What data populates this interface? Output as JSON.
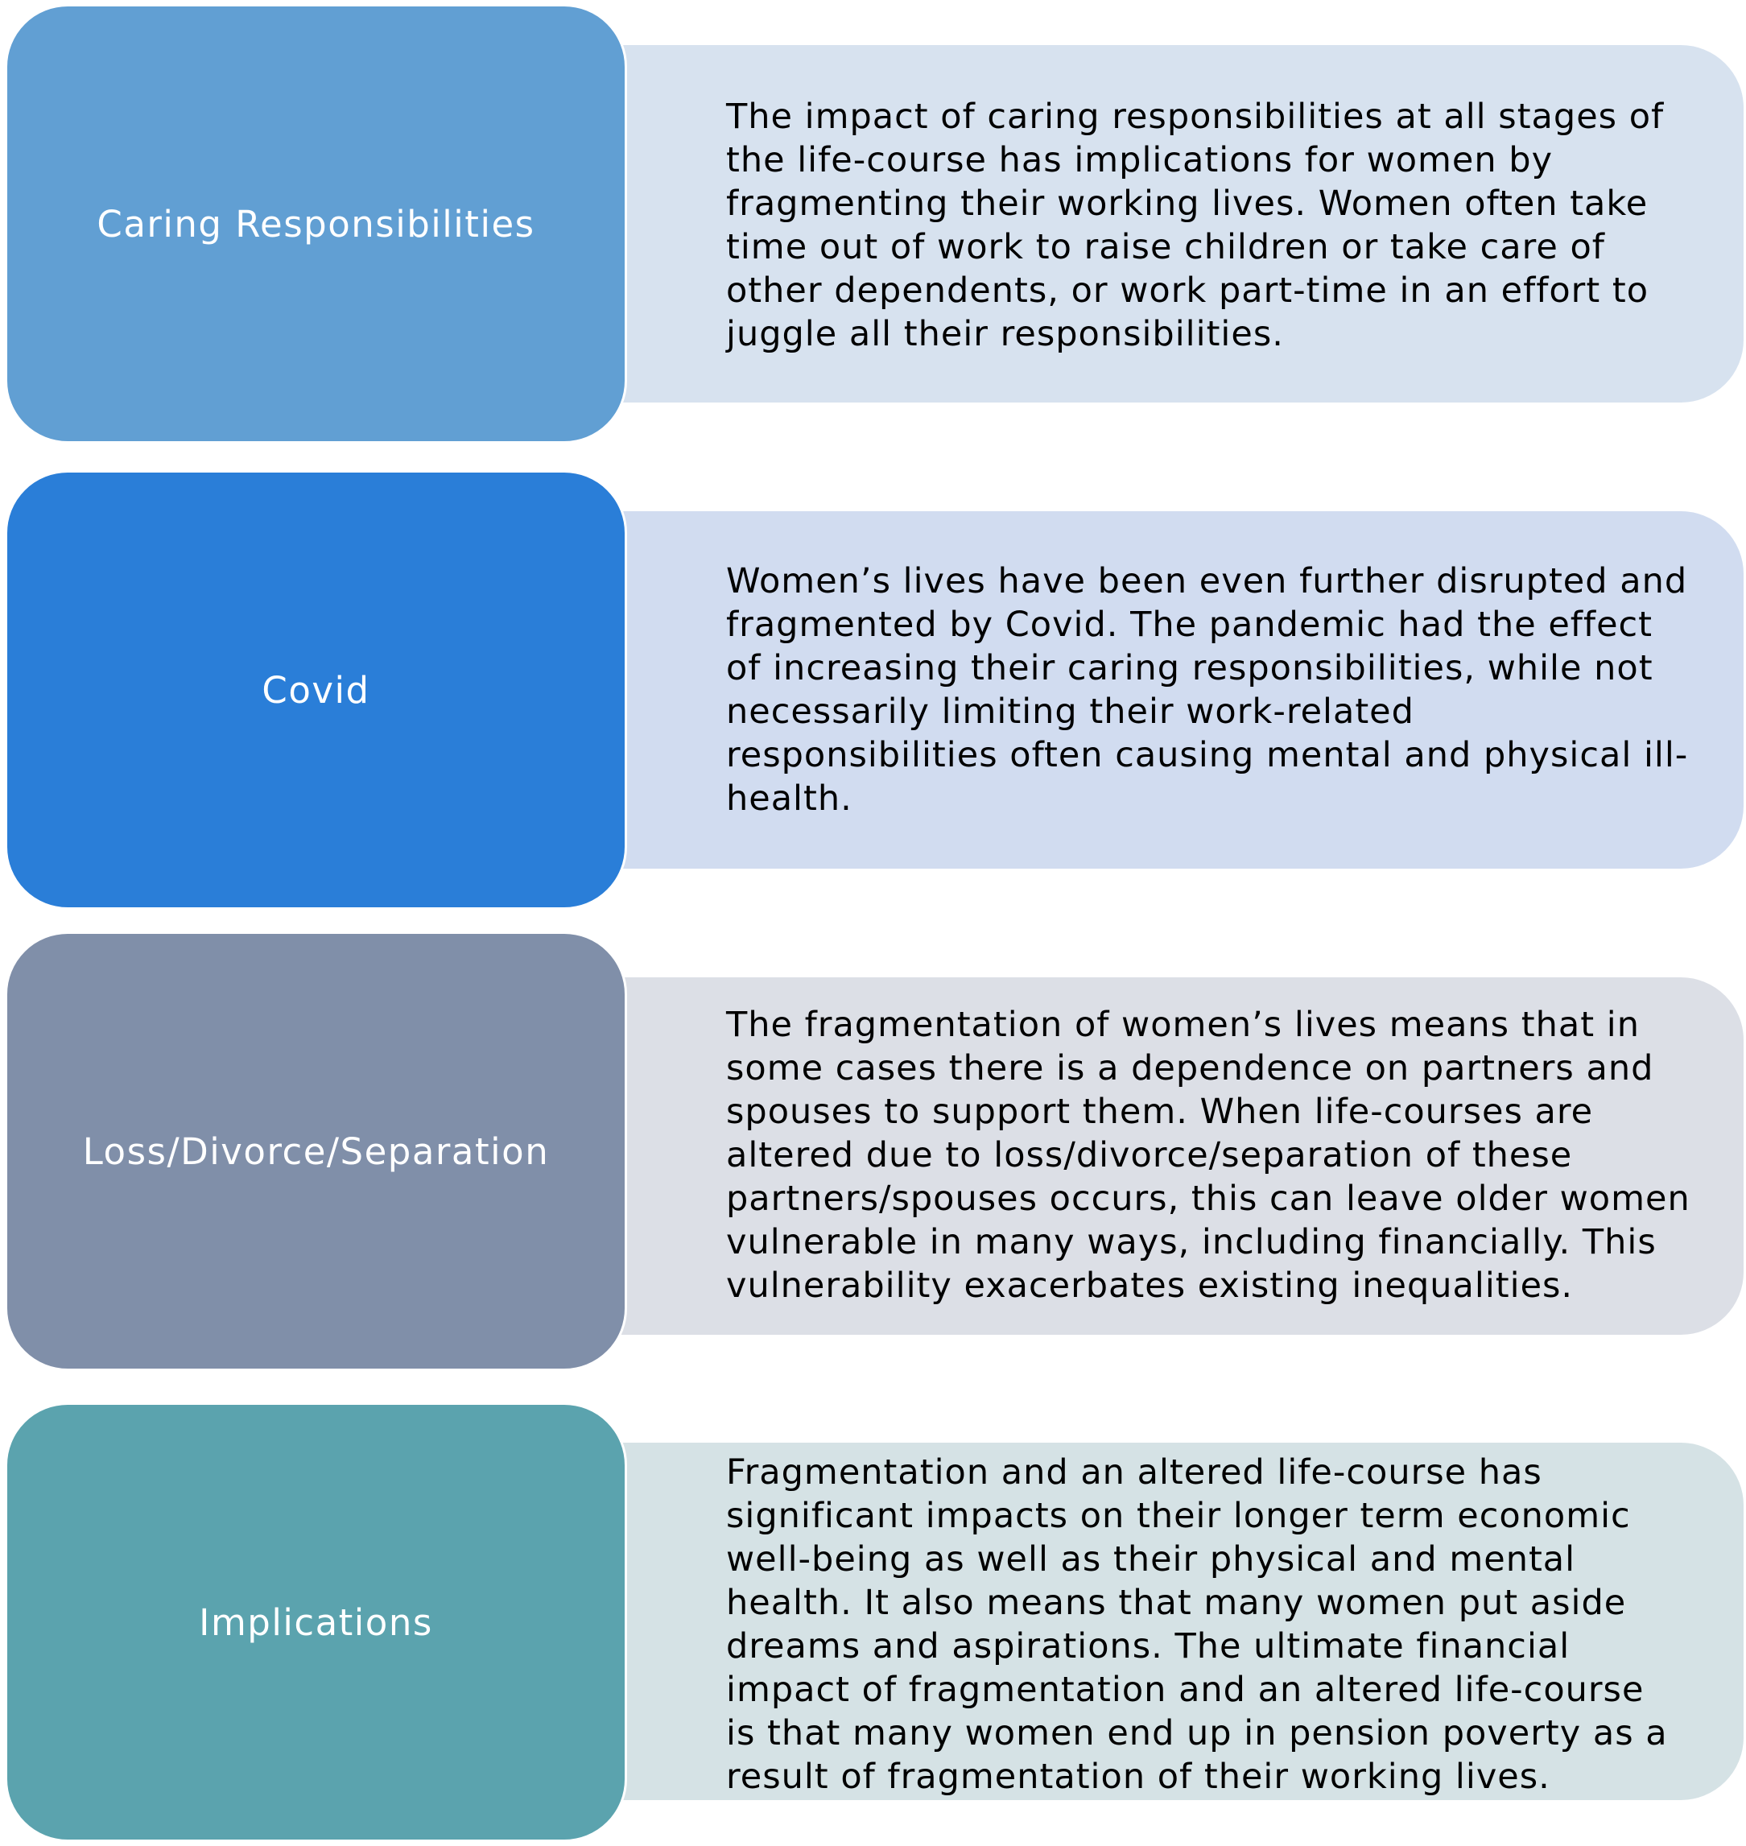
{
  "rows": [
    {
      "label": "Caring Responsibilities",
      "text": "The impact of caring responsibilities at all stages of\nthe life-course has implications for women by\nfragmenting their working lives. Women often take\ntime out of work to raise children or take care of\nother dependents, or work part-time in an effort to\njuggle all their responsibilities."
    },
    {
      "label": "Covid",
      "text": "Women’s lives have been even further disrupted and\nfragmented by Covid. The pandemic had the effect\nof increasing their caring responsibilities, while not\nnecessarily limiting their work-related\nresponsibilities often causing mental and physical ill-\nhealth."
    },
    {
      "label": "Loss/Divorce/Separation",
      "text": "The fragmentation of women’s lives means that in\nsome cases there is a dependence on partners and\nspouses to support them. When life-courses are\naltered due to loss/divorce/separation of these\npartners/spouses occurs, this can leave older women\nvulnerable in many ways, including financially. This\nvulnerability exacerbates existing inequalities."
    },
    {
      "label": "Implications",
      "text": "Fragmentation and an altered life-course has\nsignificant impacts on their longer term economic\nwell-being as well as their physical and mental\nhealth. It also means that many women put aside\ndreams and aspirations. The ultimate financial\nimpact of fragmentation and an altered life-course\nis that many women end up in pension poverty as a\nresult of fragmentation of their working lives."
    }
  ]
}
